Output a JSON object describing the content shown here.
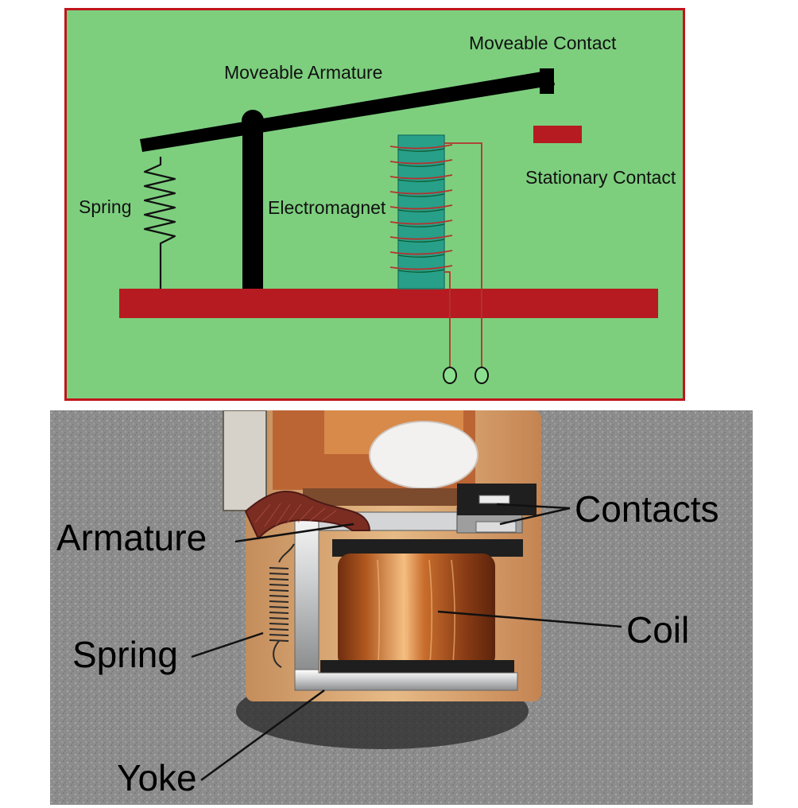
{
  "colors": {
    "schematic_background": "#7dcf7e",
    "schematic_border": "#c0151c",
    "base_bar": "#b51b20",
    "armature_black": "#000000",
    "electromagnet_core": "#279f89",
    "coil_wire": "#b5322f",
    "terminal_fill": "#8be08f",
    "photo_background": "#8c8c8c",
    "copper": "#c56f33",
    "metal": "#d0d1d2"
  },
  "schematic": {
    "labels": {
      "moveable_contact": "Moveable Contact",
      "moveable_armature": "Moveable Armature",
      "stationary_contact": "Stationary Contact",
      "spring": "Spring",
      "electromagnet": "Electromagnet"
    }
  },
  "photo": {
    "labels": {
      "contacts": "Contacts",
      "armature": "Armature",
      "coil": "Coil",
      "spring": "Spring",
      "yoke": "Yoke"
    }
  }
}
